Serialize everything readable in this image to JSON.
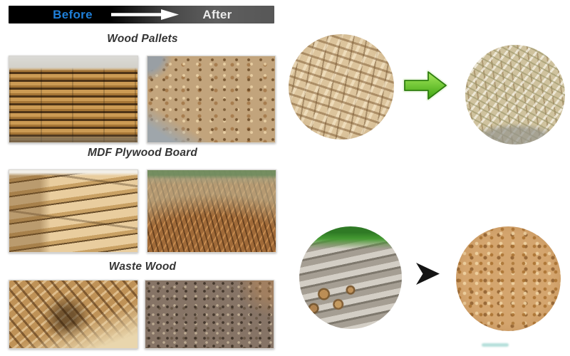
{
  "header": {
    "before_label": "Before",
    "after_label": "After",
    "before_color": "#1f7fd9",
    "after_color": "#ececec",
    "bar_colors": [
      "#000000",
      "#5e5e5e"
    ],
    "arrow_icon": "right-arrow",
    "arrow_color": "#ffffff"
  },
  "sections": [
    {
      "title": "Wood Pallets",
      "before_photo": "stacked-wood-pallets",
      "after_photo": "shredded-wood-chips"
    },
    {
      "title": "MDF Plywood Board",
      "before_photo": "stacked-lumber-boards",
      "after_photo": "shredded-wood-strips"
    },
    {
      "title": "Waste Wood",
      "before_photo": "scrap-wood-pile",
      "after_photo": "dark-wood-mulch"
    }
  ],
  "right_panel": {
    "rows": [
      {
        "before_photo": "broken-pallets-circle",
        "arrow_icon": "green-block-arrow",
        "after_photo": "light-shredded-wood-circle"
      },
      {
        "before_photo": "log-pile-circle",
        "arrow_icon": "black-arrowhead",
        "after_photo": "wood-chips-circle"
      }
    ],
    "green_arrow_colors": {
      "fill_top": "#a8e95e",
      "fill_bottom": "#3da410",
      "border": "#2e7d0f",
      "halo": "#eef7e6"
    },
    "black_arrow_color": "#141414",
    "smudge_color": "#6ec1b7"
  }
}
